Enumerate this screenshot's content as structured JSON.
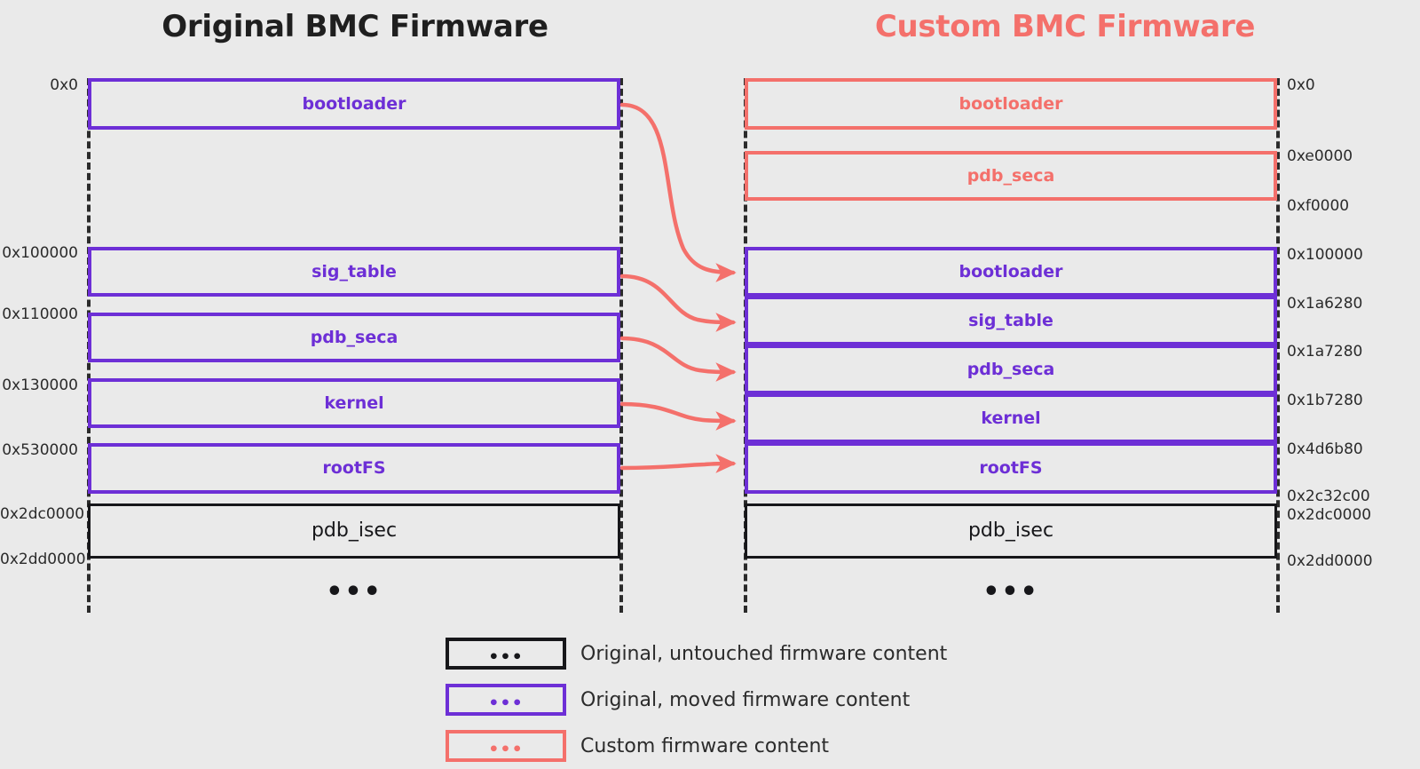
{
  "diagram": {
    "background_color": "#eaeaea",
    "colors": {
      "purple": "#6d2fd6",
      "red": "#f4706b",
      "black": "#17171a"
    }
  },
  "left_column": {
    "title": "Original BMC Firmware",
    "ellipsis": "•••",
    "blocks": [
      {
        "label": "bootloader",
        "style": "purple"
      },
      {
        "label": "sig_table",
        "style": "purple"
      },
      {
        "label": "pdb_seca",
        "style": "purple"
      },
      {
        "label": "kernel",
        "style": "purple"
      },
      {
        "label": "rootFS",
        "style": "purple"
      },
      {
        "label": "pdb_isec",
        "style": "black"
      }
    ],
    "addresses": [
      "0x0",
      "0x100000",
      "0x110000",
      "0x130000",
      "0x530000",
      "0x2dc0000",
      "0x2dd0000"
    ]
  },
  "right_column": {
    "title": "Custom BMC Firmware",
    "ellipsis": "•••",
    "blocks": [
      {
        "label": "bootloader",
        "style": "red"
      },
      {
        "label": "pdb_seca",
        "style": "red"
      },
      {
        "label": "bootloader",
        "style": "purple"
      },
      {
        "label": "sig_table",
        "style": "purple"
      },
      {
        "label": "pdb_seca",
        "style": "purple"
      },
      {
        "label": "kernel",
        "style": "purple"
      },
      {
        "label": "rootFS",
        "style": "purple"
      },
      {
        "label": "pdb_isec",
        "style": "black"
      }
    ],
    "addresses": [
      "0x0",
      "0xe0000",
      "0xf0000",
      "0x100000",
      "0x1a6280",
      "0x1a7280",
      "0x1b7280",
      "0x4d6b80",
      "0x2c32c00",
      "0x2dc0000",
      "0x2dd0000"
    ]
  },
  "legend": {
    "dots": "•••",
    "items": [
      {
        "style": "black",
        "text": "Original, untouched firmware content"
      },
      {
        "style": "purple",
        "text": "Original, moved firmware content"
      },
      {
        "style": "red",
        "text": "Custom firmware content"
      }
    ]
  }
}
